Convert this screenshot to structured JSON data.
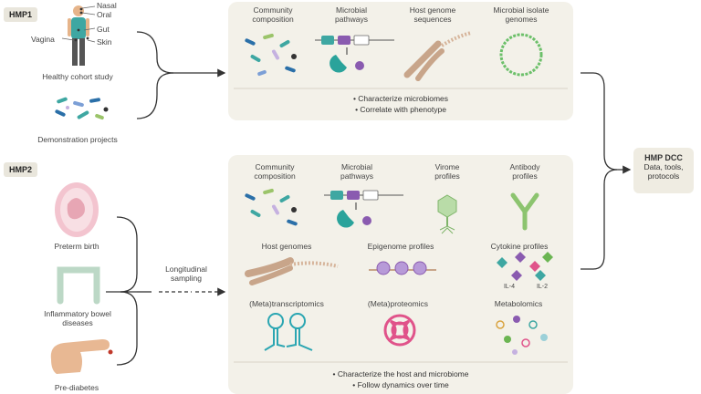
{
  "hmp1": {
    "tag": "HMP1",
    "body_sites": [
      "Nasal",
      "Oral",
      "Vagina",
      "Gut",
      "Skin"
    ],
    "sources": [
      "Healthy cohort study",
      "Demonstration projects"
    ],
    "data_types": [
      "Community composition",
      "Microbial pathways",
      "Host genome sequences",
      "Microbial isolate genomes"
    ],
    "bullets": [
      "• Characterize microbiomes",
      "• Correlate with phenotype"
    ]
  },
  "hmp2": {
    "tag": "HMP2",
    "cohorts": [
      "Preterm birth",
      "Inflammatory bowel diseases",
      "Pre-diabetes"
    ],
    "sampling": "Longitudinal sampling",
    "row1": [
      "Community composition",
      "Microbial pathways",
      "Virome profiles",
      "Antibody profiles"
    ],
    "row2": [
      "Host genomes",
      "Epigenome profiles",
      "Cytokine profiles"
    ],
    "row3": [
      "(Meta)transcriptomics",
      "(Meta)proteomics",
      "Metabolomics"
    ],
    "cytokines": [
      "IL-4",
      "IL-2"
    ],
    "bullets": [
      "• Characterize the host and microbiome",
      "• Follow dynamics over time"
    ]
  },
  "dcc": {
    "title": "HMP DCC",
    "line1": "Data, tools,",
    "line2": "protocols"
  },
  "colors": {
    "teal": "#2ba6a0",
    "purple": "#8a5bb0",
    "pink": "#e0538a",
    "panel": "#f3f1e9",
    "chromosome": "#c8a58a"
  }
}
